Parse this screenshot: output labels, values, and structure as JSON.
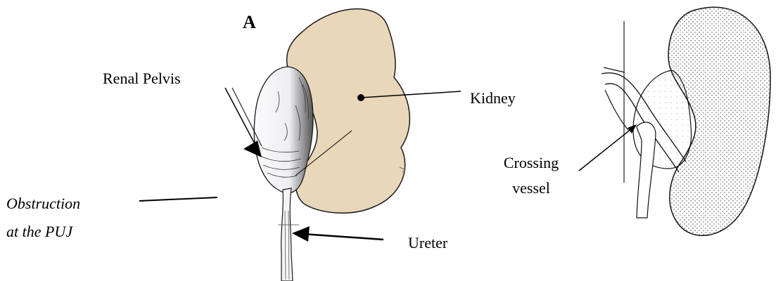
{
  "panels": {
    "left": {
      "panel_letter": "A",
      "labels": {
        "renal_pelvis": "Renal Pelvis",
        "kidney": "Kidney",
        "obstruction_line1": "Obstruction",
        "obstruction_line2": "at the PUJ",
        "ureter": "Ureter"
      }
    },
    "right": {
      "labels": {
        "crossing_line1": "Crossing",
        "crossing_line2": "vessel"
      }
    }
  },
  "colors": {
    "kidney_fill": "#e8d7b9",
    "outline": "#1a1a1a",
    "pelvis_fill": "#f7f7f9"
  }
}
